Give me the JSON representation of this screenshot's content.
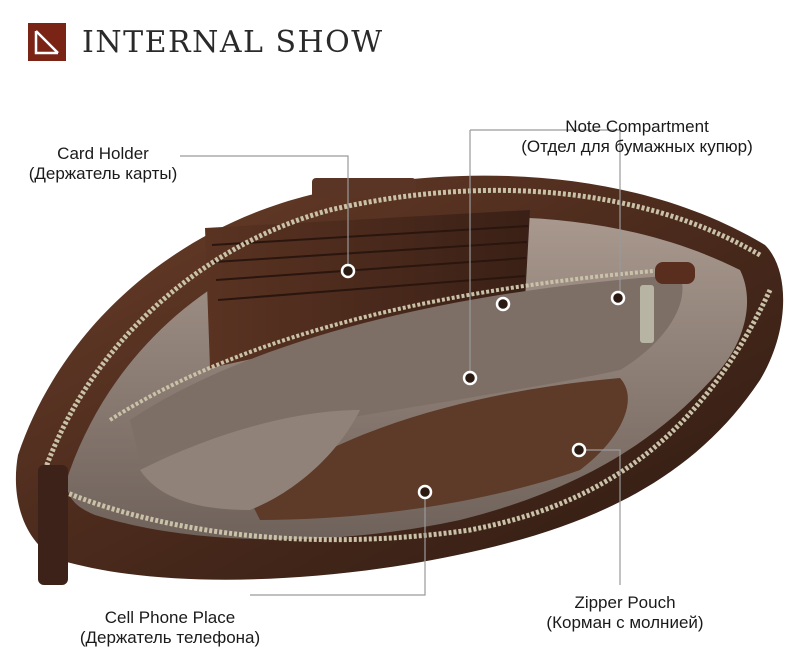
{
  "header": {
    "title": "INTERNAL SHOW",
    "logo_color": "#7a2416"
  },
  "labels": {
    "card_holder": {
      "en": "Card Holder",
      "ru": "(Держатель карты)"
    },
    "note_compartment": {
      "en": "Note Compartment",
      "ru": "(Отдел для бумажных купюр)"
    },
    "cell_phone": {
      "en": "Cell Phone Place",
      "ru": "(Держатель телефона)"
    },
    "zipper_pouch": {
      "en": "Zipper Pouch",
      "ru": "(Корман с молнией)"
    }
  },
  "colors": {
    "leather": "#4a2a1c",
    "lining": "#8a7a72",
    "zipper_metal": "#c9c2a8",
    "callout_line": "#9a9a9a"
  }
}
